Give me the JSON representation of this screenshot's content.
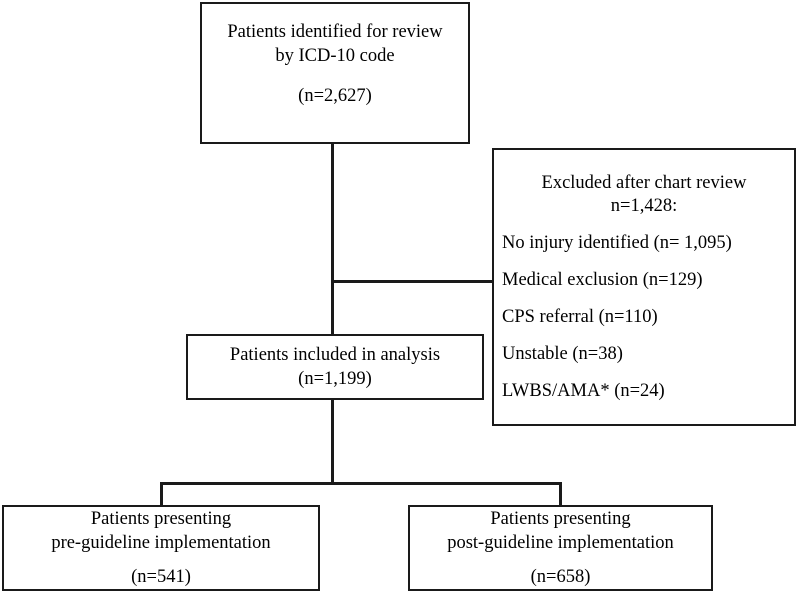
{
  "chart_data": {
    "type": "diagram",
    "title": "Patient selection flow diagram",
    "nodes": [
      {
        "id": "identified",
        "lines": [
          "Patients identified for review",
          "by ICD-10 code"
        ],
        "count_label": "(n=2,627)",
        "n": 2627
      },
      {
        "id": "excluded",
        "header_lines": [
          "Excluded after chart review",
          "n=1,428:"
        ],
        "n": 1428,
        "items": [
          {
            "label": "No injury identified (n= 1,095)",
            "n": 1095
          },
          {
            "label": "Medical exclusion (n=129)",
            "n": 129
          },
          {
            "label": "CPS referral (n=110)",
            "n": 110
          },
          {
            "label": "Unstable (n=38)",
            "n": 38
          },
          {
            "label": "LWBS/AMA* (n=24)",
            "n": 24
          }
        ]
      },
      {
        "id": "included",
        "lines": [
          "Patients included in analysis"
        ],
        "count_label": "(n=1,199)",
        "n": 1199
      },
      {
        "id": "pre_guideline",
        "lines": [
          "Patients presenting",
          "pre-guideline implementation"
        ],
        "count_label": "(n=541)",
        "n": 541
      },
      {
        "id": "post_guideline",
        "lines": [
          "Patients presenting",
          "post-guideline implementation"
        ],
        "count_label": "(n=658)",
        "n": 658
      }
    ],
    "edges": [
      {
        "from": "identified",
        "to": "included"
      },
      {
        "from": "identified",
        "to": "excluded"
      },
      {
        "from": "included",
        "to": "pre_guideline"
      },
      {
        "from": "included",
        "to": "post_guideline"
      }
    ],
    "colors": {
      "line": "#1a1a1a",
      "background": "#ffffff",
      "text": "#000000"
    }
  },
  "identified": {
    "line1": "Patients identified for review",
    "line2": "by ICD-10 code",
    "count": "(n=2,627)"
  },
  "excluded": {
    "header1": "Excluded after chart review",
    "header2": "n=1,428:",
    "item1": "No injury identified (n= 1,095)",
    "item2": "Medical exclusion (n=129)",
    "item3": "CPS referral (n=110)",
    "item4": "Unstable (n=38)",
    "item5": "LWBS/AMA* (n=24)"
  },
  "included": {
    "line1": "Patients included in analysis",
    "count": "(n=1,199)"
  },
  "pre_guideline": {
    "line1": "Patients presenting",
    "line2": "pre-guideline implementation",
    "count": "(n=541)"
  },
  "post_guideline": {
    "line1": "Patients presenting",
    "line2": "post-guideline implementation",
    "count": "(n=658)"
  }
}
